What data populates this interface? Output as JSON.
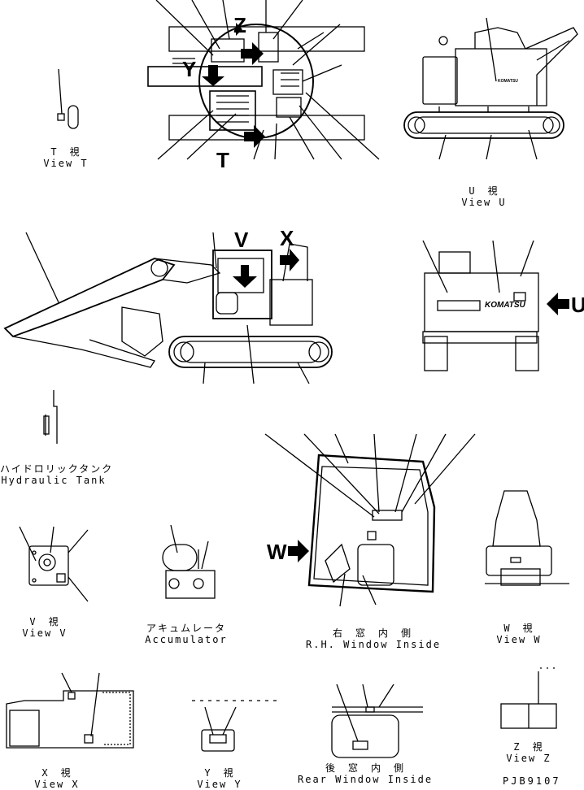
{
  "views": {
    "t": {
      "jp": "T　視",
      "en": "View T"
    },
    "u": {
      "jp": "U　視",
      "en": "View U"
    },
    "v": {
      "jp": "V　視",
      "en": "View V"
    },
    "w": {
      "jp": "W　視",
      "en": "View W"
    },
    "x": {
      "jp": "X　視",
      "en": "View X"
    },
    "y": {
      "jp": "Y　視",
      "en": "View Y"
    },
    "z": {
      "jp": "Z　視",
      "en": "View Z"
    },
    "hydraulic_tank": {
      "jp": "ハイドロリックタンク",
      "en": "Hydraulic Tank"
    },
    "accumulator": {
      "jp": "アキュムレータ",
      "en": "Accumulator"
    },
    "rh_window": {
      "jp": "右　窓　内　側",
      "en": "R.H. Window Inside"
    },
    "rear_window": {
      "jp": "後　窓　内　側",
      "en": "Rear Window Inside"
    }
  },
  "view_letters": {
    "t": "T",
    "u": "U",
    "v": "V",
    "w": "W",
    "x": "X",
    "y": "Y",
    "z": "Z"
  },
  "brand": "KOMATSU",
  "drawing_code": "PJB9107"
}
